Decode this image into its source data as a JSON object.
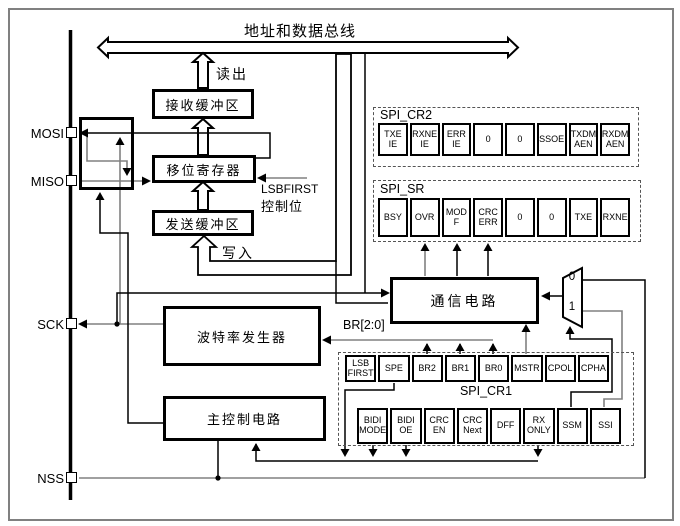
{
  "diagram": {
    "title": "地址和数据总线",
    "flow_labels": {
      "read": "读出",
      "write": "写入"
    },
    "pins": {
      "mosi": "MOSI",
      "miso": "MISO",
      "sck": "SCK",
      "nss": "NSS"
    },
    "blocks": {
      "rx_buffer": "接收缓冲区",
      "shift_register": "移位寄存器",
      "tx_buffer": "发送缓冲区",
      "baud_generator": "波特率发生器",
      "master_control": "主控制电路",
      "comm_circuit": "通信电路"
    },
    "annotations": {
      "lsbfirst": "LSBFIRST",
      "control_bit": "控制位",
      "br_bus": "BR[2:0]"
    },
    "mux": {
      "input0": "0",
      "input1": "1"
    },
    "registers": {
      "spi_cr2": {
        "name": "SPI_CR2",
        "bits": [
          "TXE\nIE",
          "RXNE\nIE",
          "ERR\nIE",
          "0",
          "0",
          "SSOE",
          "TXDM\nAEN",
          "RXDM\nAEN"
        ]
      },
      "spi_sr": {
        "name": "SPI_SR",
        "bits": [
          "BSY",
          "OVR",
          "MOD\nF",
          "CRC\nERR",
          "0",
          "0",
          "TXE",
          "RXNE"
        ]
      },
      "spi_cr1": {
        "name": "SPI_CR1",
        "bits_row1": [
          "LSB\nFIRST",
          "SPE",
          "BR2",
          "BR1",
          "BR0",
          "MSTR",
          "CPOL",
          "CPHA"
        ],
        "bits_row2": [
          "BIDI\nMODE",
          "BIDI\nOE",
          "CRC\nEN",
          "CRC\nNext",
          "DFF",
          "RX\nONLY",
          "SSM",
          "SSI"
        ]
      }
    },
    "colors": {
      "line": "#000000",
      "secondary_line": "#808080",
      "background": "#ffffff"
    }
  }
}
